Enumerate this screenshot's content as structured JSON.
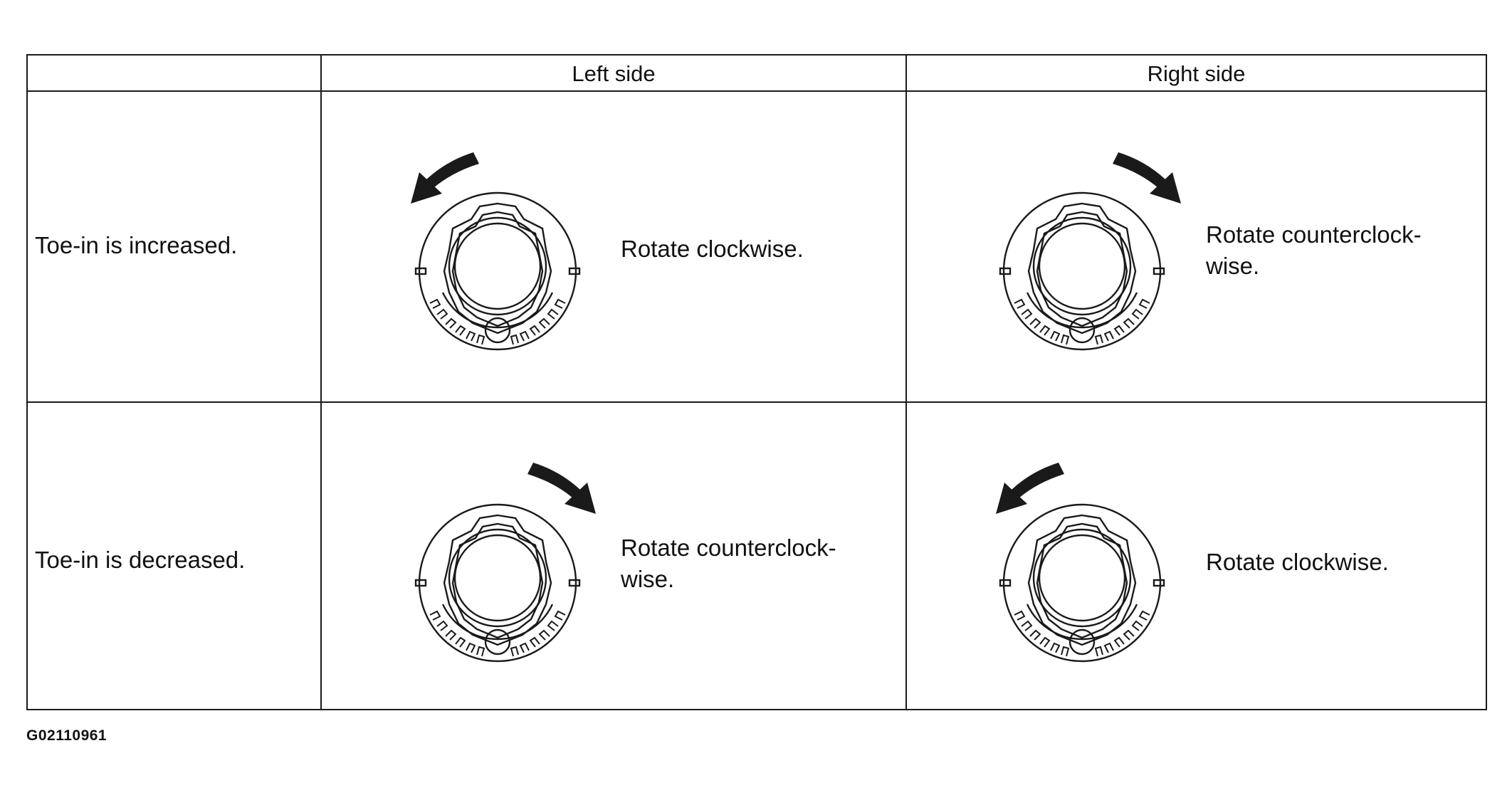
{
  "table": {
    "headers": [
      "",
      "Left side",
      "Right side"
    ],
    "rows": [
      {
        "label": "Toe-in is increased.",
        "left": {
          "lines": [
            "Rotate clockwise."
          ],
          "arrow": "counterclockwise-arrow-icon"
        },
        "right": {
          "lines": [
            "Rotate counterclock-",
            "wise."
          ],
          "arrow": "clockwise-arrow-icon"
        }
      },
      {
        "label": "Toe-in is decreased.",
        "left": {
          "lines": [
            "Rotate counterclock-",
            "wise."
          ],
          "arrow": "clockwise-arrow-icon"
        },
        "right": {
          "lines": [
            "Rotate clockwise."
          ],
          "arrow": "counterclockwise-arrow-icon"
        }
      }
    ]
  },
  "figure_code": "G02110961",
  "colors": {
    "ink": "#1a1a1a",
    "background": "#ffffff"
  }
}
